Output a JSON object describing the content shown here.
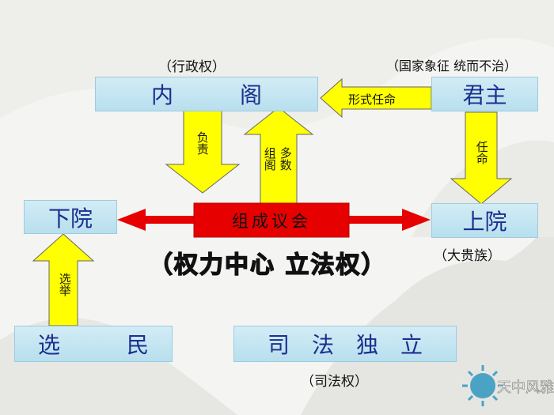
{
  "nodes": {
    "cabinet": "内　　　阁",
    "monarch": "君主",
    "lower_house": "下院",
    "upper_house": "上院",
    "parliament": "组成议会",
    "voters": "选　　　民",
    "judiciary": "司　法　独　立"
  },
  "notes": {
    "executive_power": "（行政权）",
    "monarch_role": "（国家象征  统而不治）",
    "power_center": "（权力中心  立法权）",
    "aristocracy": "（大贵族）",
    "judicial_power": "（司法权）"
  },
  "arrows": {
    "formal_appoint": "形式任命",
    "responsible": "负责",
    "majority_col1": "组阁",
    "majority_col2": "多数",
    "appoint": "任命",
    "elect": "选举"
  },
  "watermark": "天中风雅",
  "colors": {
    "box_fill": "#c6e6f2",
    "box_text": "#1b2f8f",
    "arrow_fill": "#ffff00",
    "parliament_fill": "#e60000",
    "double_arrow": "#e60000"
  }
}
